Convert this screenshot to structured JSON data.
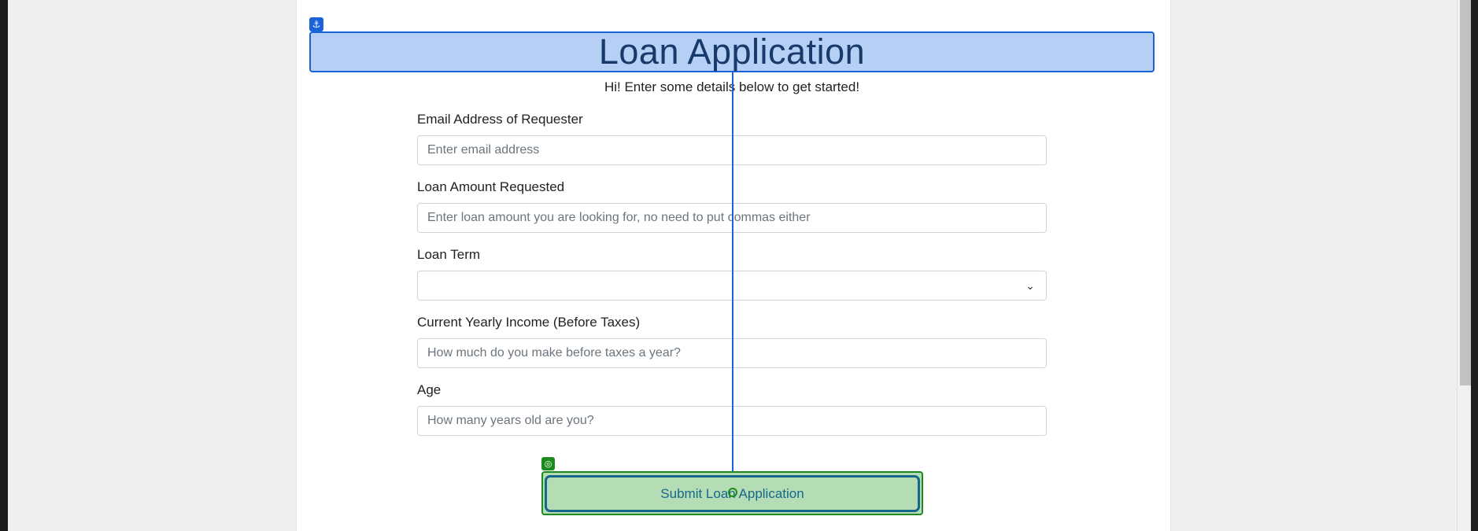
{
  "header": {
    "title": "Loan Application",
    "subtitle": "Hi! Enter some details below to get started!"
  },
  "form": {
    "email": {
      "label": "Email Address of Requester",
      "placeholder": "Enter email address",
      "value": ""
    },
    "amount": {
      "label": "Loan Amount Requested",
      "placeholder": "Enter loan amount you are looking for, no need to put commas either",
      "value": ""
    },
    "term": {
      "label": "Loan Term",
      "selected": ""
    },
    "income": {
      "label": "Current Yearly Income (Before Taxes)",
      "placeholder": "How much do you make before taxes a year?",
      "value": ""
    },
    "age": {
      "label": "Age",
      "placeholder": "How many years old are you?",
      "value": ""
    },
    "submit_label": "Submit Loan Application"
  },
  "icons": {
    "anchor": "⚓",
    "target": "◎",
    "chevron": "⌄"
  },
  "colors": {
    "title_highlight": "#b6cff4",
    "title_border": "#1a62d8",
    "button_fill": "#b5ddb5",
    "button_text": "#16678a",
    "button_outline": "#1d8a1d"
  }
}
